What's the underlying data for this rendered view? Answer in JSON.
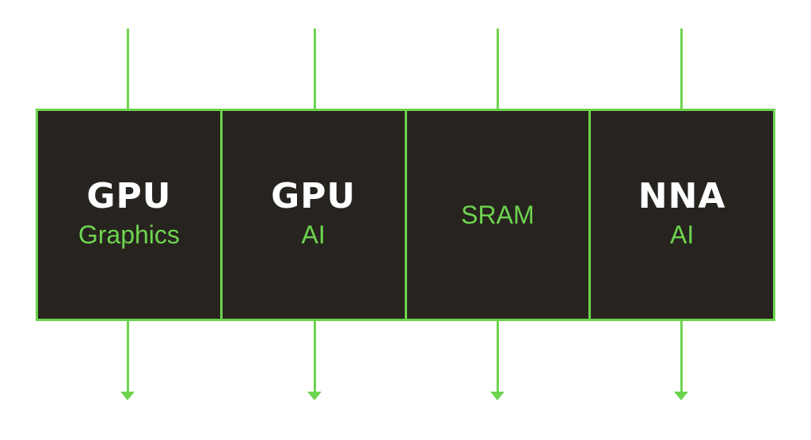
{
  "diagram": {
    "blocks": [
      {
        "logo": "GPU",
        "label": "Graphics"
      },
      {
        "logo": "GPU",
        "label": "AI"
      },
      {
        "logo": "",
        "label": "SRAM"
      },
      {
        "logo": "NNA",
        "label": "AI"
      }
    ],
    "colors": {
      "accent": "#6dd44f",
      "block_fill": "#27241f",
      "logo_text": "#ffffff",
      "background": "#ffffff"
    },
    "connectors": {
      "top": "input-line",
      "bottom": "output-arrow"
    }
  }
}
